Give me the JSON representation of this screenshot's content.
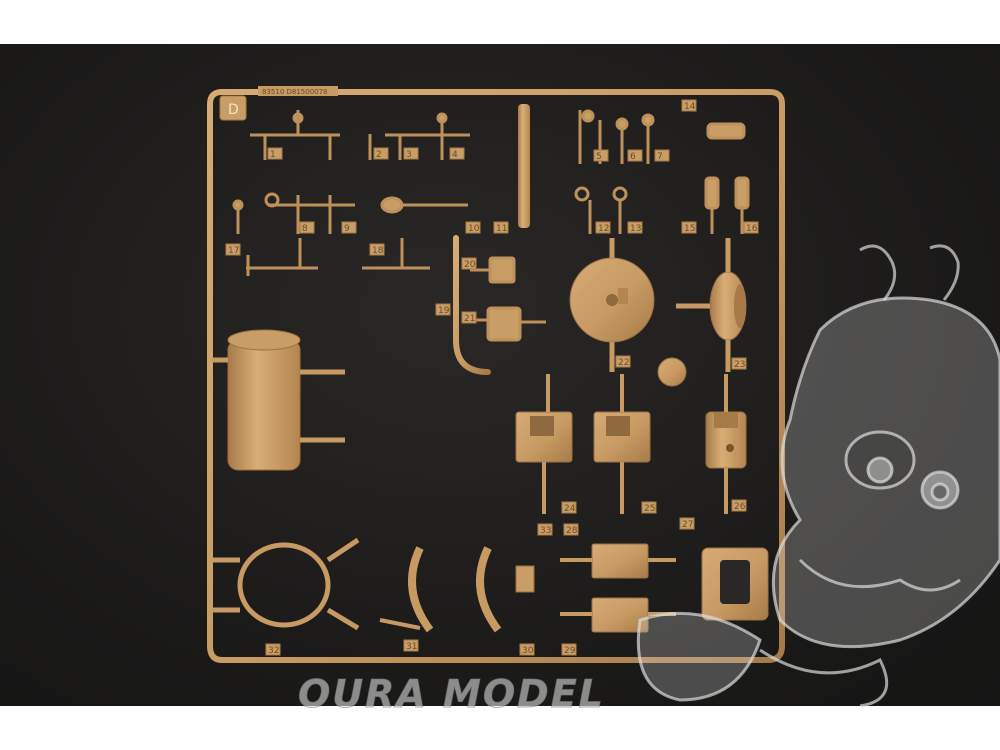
{
  "sprue": {
    "letter": "D",
    "code": "83510 D81500078",
    "part_numbers": [
      "1",
      "2",
      "3",
      "4",
      "5",
      "6",
      "7",
      "8",
      "9",
      "10",
      "11",
      "12",
      "13",
      "14",
      "15",
      "16",
      "17",
      "18",
      "19",
      "20",
      "21",
      "22",
      "23",
      "24",
      "25",
      "26",
      "27",
      "28",
      "29",
      "30",
      "31",
      "32",
      "33"
    ],
    "color": "#c79a63",
    "shadow_color": "#8f6a3f"
  },
  "watermark": {
    "text": "OURA MODEL",
    "mascot": "dragon-mascot-icon"
  },
  "colors": {
    "background": "#1d1c1b",
    "page": "#ffffff"
  }
}
